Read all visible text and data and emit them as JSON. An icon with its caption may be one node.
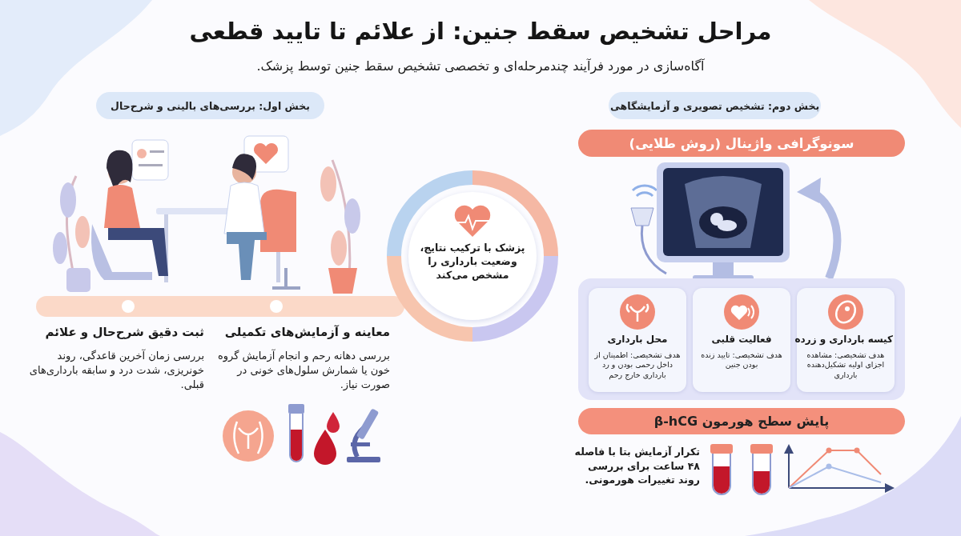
{
  "diagram": {
    "title": "مراحل تشخیص سقط جنین: از علائم تا تایید قطعی",
    "nodes": [
      {
        "text": [
          "بخش اول: بررسی‌های بالینی و شرح‌حال"
        ]
      },
      {
        "text": [
          "بخش دوم: تشخیص تصویری و آزمایشگاهی"
        ]
      },
      {
        "text": [
          "پزشک با ترکیب نتایج، وضعیت بارداری را مشخص می‌کند"
        ]
      },
      {
        "text": [
          "سونوگرافی واژینال (روش طلایی)"
        ]
      },
      {
        "text": [],
        "shape": "box"
      },
      {
        "text": [
          "کیسه بارداری و زرده",
          "هدف تشخیصی: مشاهده اجزای اولیه تشکیل‌دهنده بارداری"
        ],
        "in": 4
      },
      {
        "text": [
          "فعالیت قلبی",
          "هدف تشخیصی: تایید زنده بودن جنین"
        ],
        "in": 4
      },
      {
        "text": [
          "محل بارداری",
          "هدف تشخیصی: اطمینان از داخل رحمی بودن و رد بارداری خارج رحم"
        ],
        "in": 4
      },
      {
        "text": [
          "پایش سطح هورمون β-hCG"
        ]
      }
    ],
    "labels": [
      "آگاه‌سازی در مورد فرآیند چندمرحله‌ای و تخصصی تشخیص سقط جنین توسط پزشک.",
      "ثبت دقیق شرح‌حال و علائم",
      "بررسی زمان آخرین قاعدگی، روند خونریزی، شدت درد و سابقه بارداری‌های قبلی.",
      "معاینه و آزمایش‌های تکمیلی",
      "بررسی دهانه رحم و انجام آزمایش گروه خون یا شمارش سلول‌های خونی در صورت نیاز.",
      "تکرار آزمایش بتا با فاصله ۴۸ ساعت برای بررسی روند تغییرات هورمونی."
    ]
  }
}
